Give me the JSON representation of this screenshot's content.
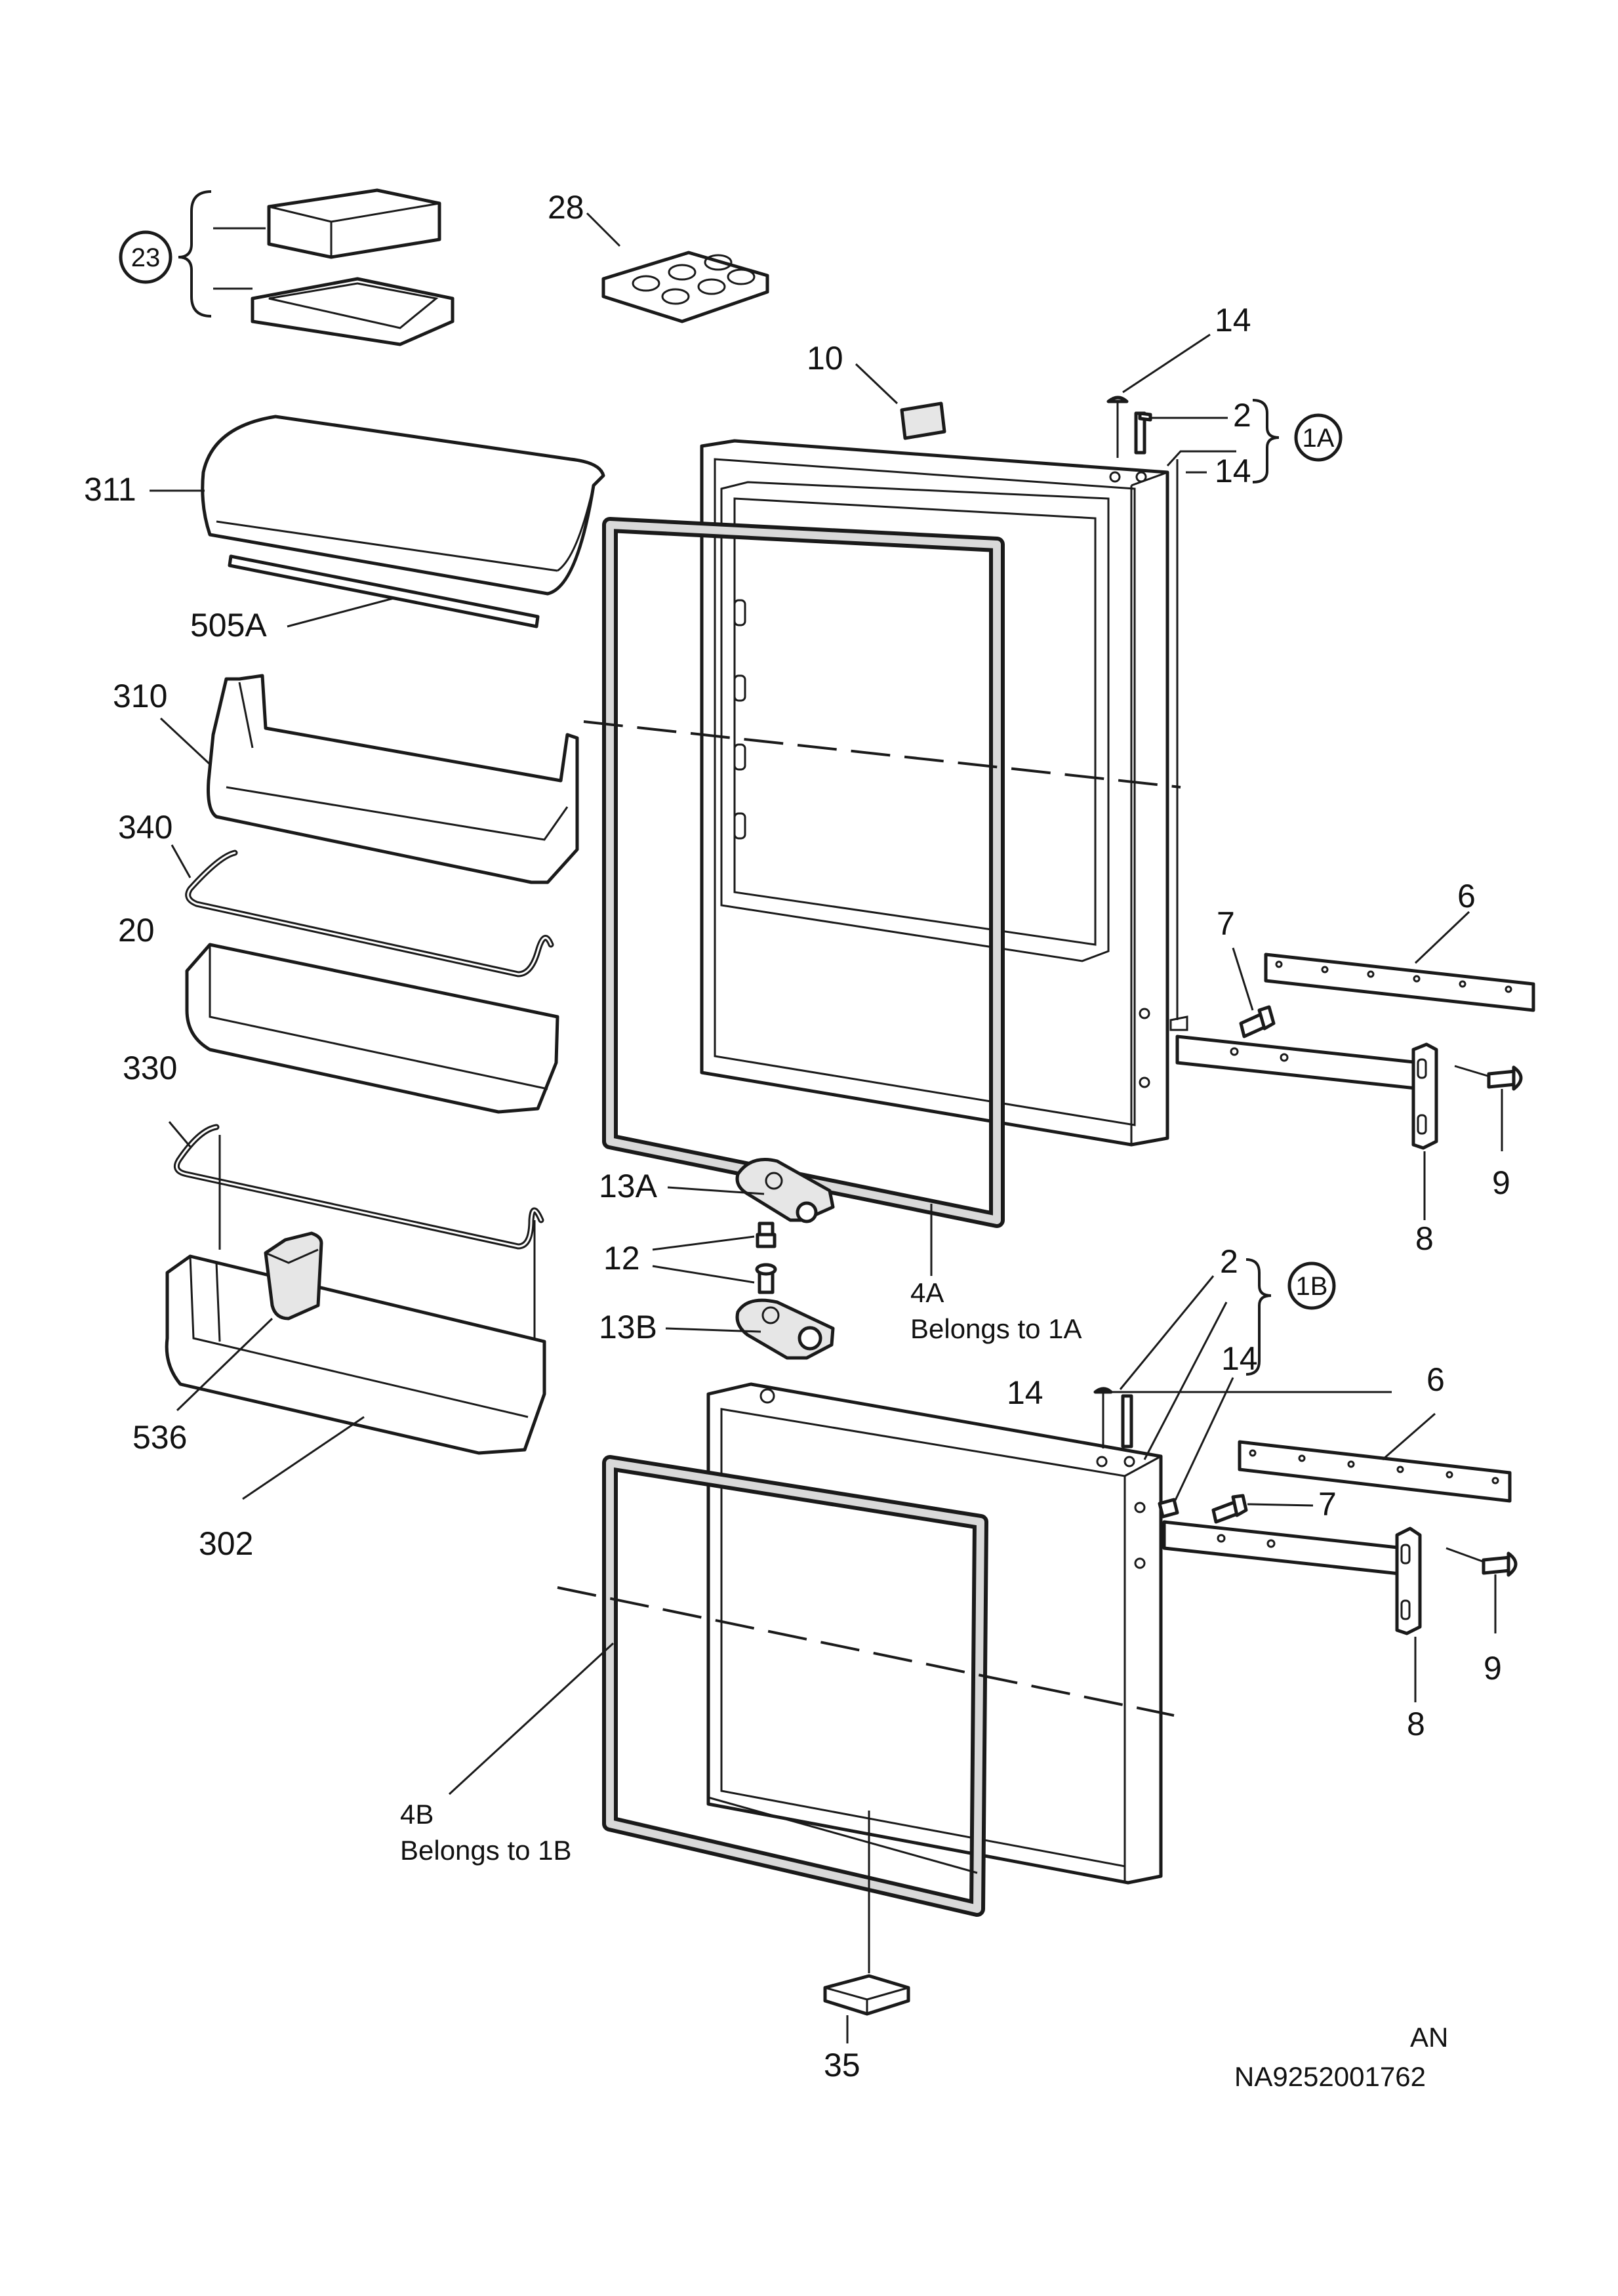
{
  "labels": {
    "p23": "23",
    "p28": "28",
    "p10": "10",
    "p14_top": "14",
    "p2_top": "2",
    "p1A": "1A",
    "p14_top2": "14",
    "p311": "311",
    "p505A": "505A",
    "p310": "310",
    "p340": "340",
    "p20": "20",
    "p330": "330",
    "p536": "536",
    "p302": "302",
    "p6_top": "6",
    "p7_top": "7",
    "p9_top": "9",
    "p8_top": "8",
    "p13A": "13A",
    "p12": "12",
    "p13B": "13B",
    "p4A_num": "4A",
    "p4A_note": "Belongs to 1A",
    "p2_bot": "2",
    "p1B": "1B",
    "p14_bot": "14",
    "p14_bot2": "14",
    "p6_bot": "6",
    "p7_bot": "7",
    "p9_bot": "9",
    "p8_bot": "8",
    "p4B_num": "4B",
    "p4B_note": "Belongs to 1B",
    "p35": "35"
  },
  "footer": {
    "lang_code": "AN",
    "doc_number": "NA9252001762"
  }
}
